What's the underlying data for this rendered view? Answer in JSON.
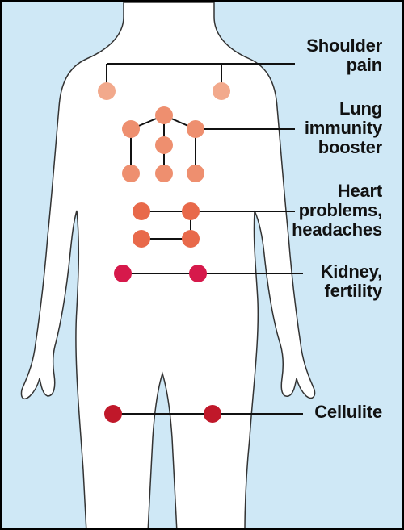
{
  "labels": {
    "shoulder": "Shoulder\npain",
    "lung": "Lung\nimmunity\nbooster",
    "heart": "Heart\nproblems,\nheadaches",
    "kidney": "Kidney,\nfertility",
    "cellulite": "Cellulite"
  },
  "colors": {
    "background": "#cfe8f6",
    "body": "#ffffff",
    "shoulder_points": "#f2a98c",
    "lung_points": "#ee8f6f",
    "heart_points": "#e8694a",
    "kidney_points": "#d6194b",
    "cellulite_points": "#c0182a"
  }
}
